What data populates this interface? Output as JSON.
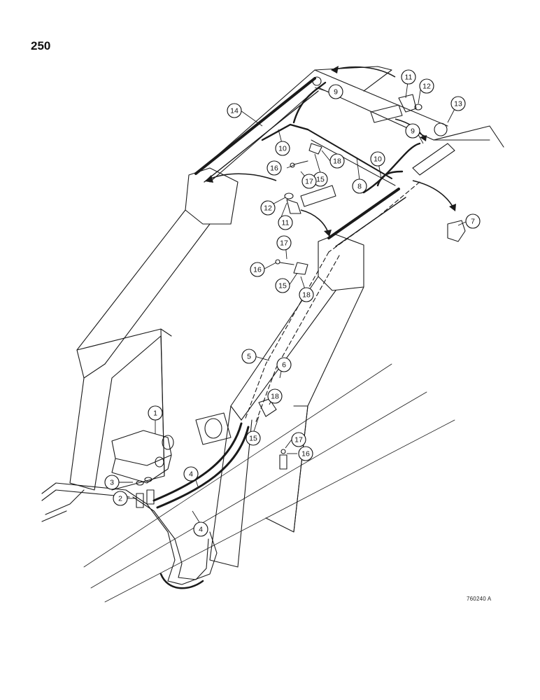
{
  "page_number": "250",
  "figure_code": "760240 A",
  "callouts": [
    {
      "label": "1"
    },
    {
      "label": "2"
    },
    {
      "label": "3"
    },
    {
      "label": "4"
    },
    {
      "label": "4"
    },
    {
      "label": "5"
    },
    {
      "label": "6"
    },
    {
      "label": "7"
    },
    {
      "label": "8"
    },
    {
      "label": "9"
    },
    {
      "label": "9"
    },
    {
      "label": "10"
    },
    {
      "label": "10"
    },
    {
      "label": "11"
    },
    {
      "label": "11"
    },
    {
      "label": "12"
    },
    {
      "label": "12"
    },
    {
      "label": "13"
    },
    {
      "label": "14"
    },
    {
      "label": "15"
    },
    {
      "label": "15"
    },
    {
      "label": "15"
    },
    {
      "label": "16"
    },
    {
      "label": "16"
    },
    {
      "label": "16"
    },
    {
      "label": "17"
    },
    {
      "label": "17"
    },
    {
      "label": "17"
    },
    {
      "label": "18"
    },
    {
      "label": "18"
    },
    {
      "label": "18"
    }
  ]
}
